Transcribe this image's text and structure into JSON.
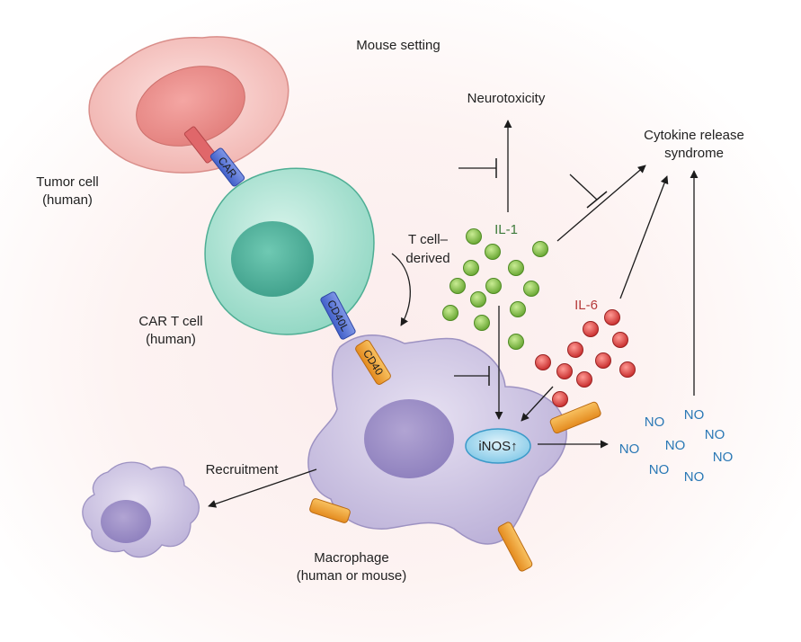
{
  "title": "Mouse setting",
  "tumor_cell": {
    "line1": "Tumor cell",
    "line2": "(human)"
  },
  "car_t_cell": {
    "line1": "CAR T cell",
    "line2": "(human)"
  },
  "macrophage": {
    "line1": "Macrophage",
    "line2": "(human or mouse)"
  },
  "receptors": {
    "car": "CAR",
    "cd40l": "CD40L",
    "cd40": "CD40"
  },
  "t_cell_derived": {
    "line1": "T cell–",
    "line2": "derived"
  },
  "cytokines": {
    "il1": "IL-1",
    "il6": "IL-6",
    "inos": "iNOS↑"
  },
  "outcomes": {
    "neurotoxicity": "Neurotoxicity",
    "crs_line1": "Cytokine release",
    "crs_line2": "syndrome"
  },
  "recruitment": "Recruitment",
  "no_label": "NO",
  "colors": {
    "il1": "#8cc94e",
    "il6": "#e04848",
    "no": "#2a78b5",
    "tumor": "#f2b5b2",
    "t_cell": "#a9e3d3",
    "macrophage": "#cfc5e4",
    "inos": "#a8dcf2"
  }
}
